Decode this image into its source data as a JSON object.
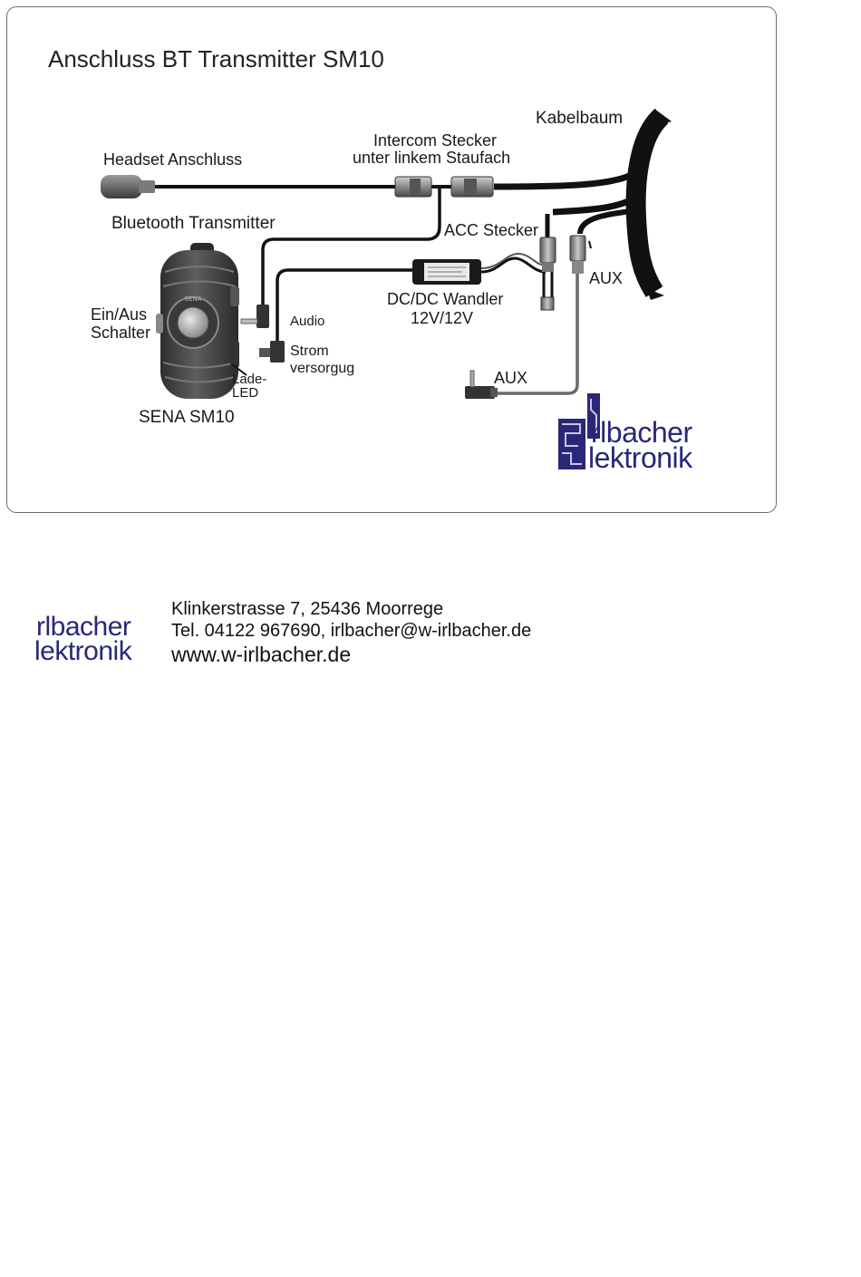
{
  "diagram": {
    "title": "Anschluss BT Transmitter SM10",
    "labels": {
      "kabelbaum": "Kabelbaum",
      "intercom_line1": "Intercom Stecker",
      "intercom_line2": "unter linkem Staufach",
      "headset": "Headset Anschluss",
      "bluetooth": "Bluetooth Transmitter",
      "acc": "ACC Stecker",
      "aux_top": "AUX",
      "dcdc_line1": "DC/DC Wandler",
      "dcdc_line2": "12V/12V",
      "ein_aus_line1": "Ein/Aus",
      "ein_aus_line2": "Schalter",
      "audio": "Audio",
      "strom_line1": "Strom",
      "strom_line2": "versorgug",
      "lade_line1": "Lade-",
      "lade_line2": "LED",
      "sena": "SENA SM10",
      "aux_bottom": "AUX",
      "device_brand": "SENA"
    },
    "logo": {
      "line1": "rlbacher",
      "line2": "lektronik"
    }
  },
  "footer": {
    "logo": {
      "line1": "rlbacher",
      "line2": "lektronik"
    },
    "address": "Klinkerstrasse 7, 25436 Moorrege",
    "contact": "Tel. 04122 967690, irlbacher@w-irlbacher.de",
    "website": "www.w-irlbacher.de"
  },
  "colors": {
    "logo": "#2a2777",
    "cable": "#111111",
    "connector": "#8a8a8a",
    "frame": "#6b6b6b"
  }
}
